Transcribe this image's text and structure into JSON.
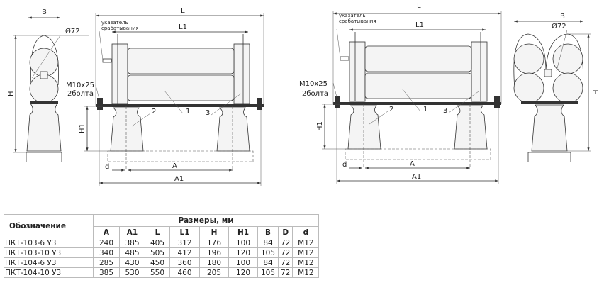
{
  "drawings": [
    {
      "labels": {
        "B": "B",
        "dia": "Ø72",
        "H": "H",
        "L": "L",
        "L1": "L1",
        "indicator1": "указатель",
        "indicator2": "срабатывания",
        "bolt1": "M10x25",
        "bolt2": "2болта",
        "n1": "1",
        "n2": "2",
        "n3": "3",
        "H1": "H1",
        "d": "d",
        "A": "A",
        "A1": "A1"
      }
    },
    {
      "labels": {
        "B": "B",
        "dia": "Ø72",
        "H": "H",
        "L": "L",
        "L1": "L1",
        "indicator1": "указатель",
        "indicator2": "срабатывания",
        "bolt1": "M10x25",
        "bolt2": "2болта",
        "n1": "1",
        "n2": "2",
        "n3": "3",
        "H1": "H1",
        "d": "d",
        "A": "A",
        "A1": "A1"
      }
    }
  ],
  "table": {
    "designation_header": "Обозначение",
    "dimensions_header": "Размеры, мм",
    "columns": [
      "A",
      "A1",
      "L",
      "L1",
      "H",
      "H1",
      "B",
      "D",
      "d"
    ],
    "rows": [
      {
        "name": "ПКТ-103-6 У3",
        "values": [
          "240",
          "385",
          "405",
          "312",
          "176",
          "100",
          "84",
          "72",
          "M12"
        ]
      },
      {
        "name": "ПКТ-103-10 У3",
        "values": [
          "340",
          "485",
          "505",
          "412",
          "196",
          "120",
          "105",
          "72",
          "M12"
        ]
      },
      {
        "name": "ПКТ-104-6 У3",
        "values": [
          "285",
          "430",
          "450",
          "360",
          "180",
          "100",
          "84",
          "72",
          "M12"
        ]
      },
      {
        "name": "ПКТ-104-10 У3",
        "values": [
          "385",
          "530",
          "550",
          "460",
          "205",
          "120",
          "105",
          "72",
          "M12"
        ]
      }
    ]
  }
}
